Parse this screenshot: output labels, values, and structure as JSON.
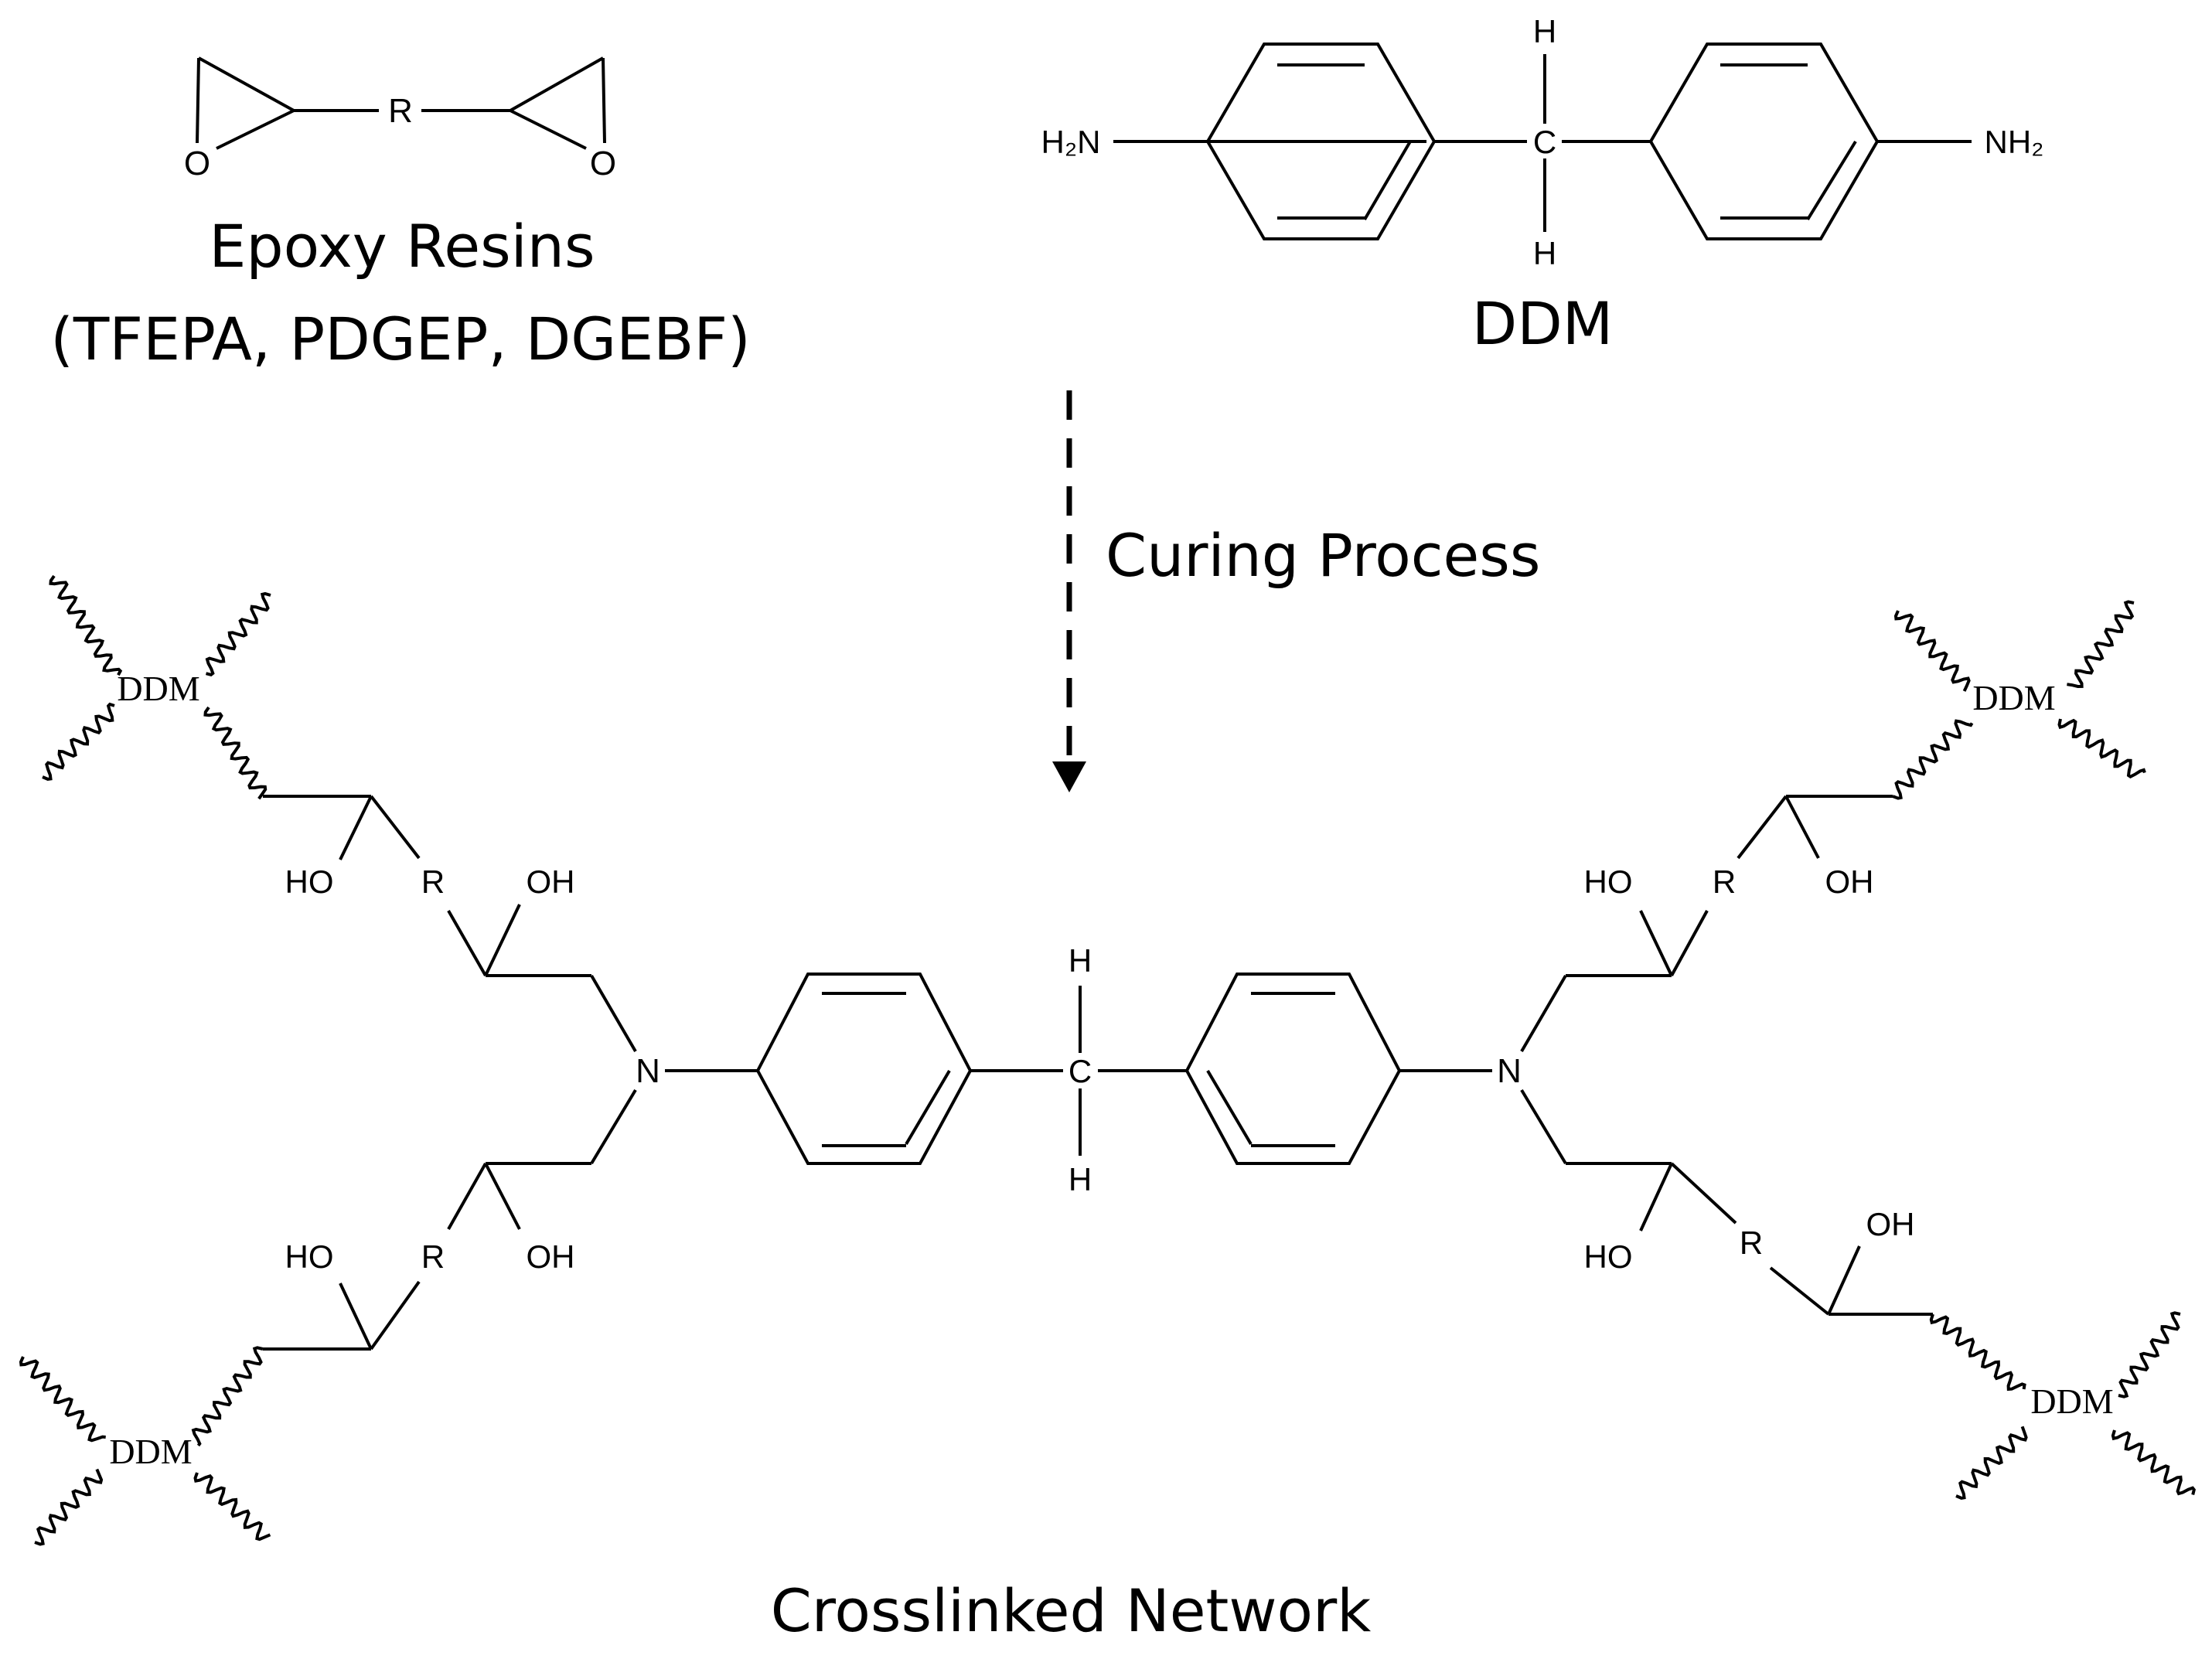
{
  "reactant_epoxy": {
    "substituent": "R",
    "oxygen_left": "O",
    "oxygen_right": "O",
    "name": "Epoxy Resins",
    "examples": "(TFEPA, PDGEP, DGEBF)"
  },
  "reactant_ddm": {
    "amine_left": "H₂N",
    "amine_right": "NH₂",
    "carbon": "C",
    "h_top": "H",
    "h_bottom": "H",
    "name": "DDM"
  },
  "arrow": {
    "label": "Curing Process"
  },
  "network": {
    "title": "Crosslinked Network",
    "center_carbon": "C",
    "center_h_top": "H",
    "center_h_bottom": "H",
    "n_left": "N",
    "n_right": "N",
    "r": "R",
    "ho": "HO",
    "oh": "OH",
    "ddm": "DDM"
  }
}
